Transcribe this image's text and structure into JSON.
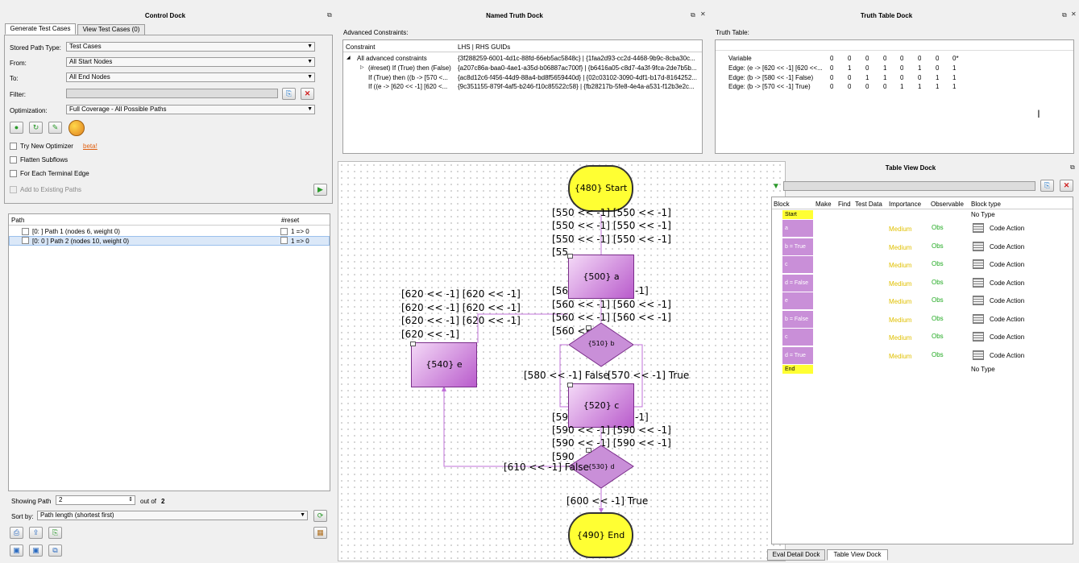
{
  "control_dock": {
    "title": "Control Dock",
    "tabs": [
      "Generate Test Cases",
      "View Test Cases (0)"
    ],
    "stored_path_type_label": "Stored Path Type:",
    "stored_path_type_value": "Test Cases",
    "from_label": "From:",
    "from_value": "All Start Nodes",
    "to_label": "To:",
    "to_value": "All End Nodes",
    "filter_label": "Filter:",
    "optimization_label": "Optimization:",
    "optimization_value": "Full Coverage - All Possible Paths",
    "try_new_optimizer": "Try New Optimizer",
    "beta": "beta!",
    "flatten_subflows": "Flatten Subflows",
    "for_each_terminal_edge": "For Each Terminal Edge",
    "add_to_existing_paths": "Add to Existing Paths",
    "path_col": "Path",
    "reset_col": "#reset",
    "paths": [
      {
        "label": "[0: ] Path 1 (nodes 6, weight 0)",
        "reset": "1 => 0"
      },
      {
        "label": "[0: 0 ] Path 2 (nodes 10, weight 0)",
        "reset": "1 => 0"
      }
    ],
    "showing_path_label": "Showing Path",
    "showing_path_value": "2",
    "out_of_label": "out of",
    "out_of_value": "2",
    "sort_by_label": "Sort by:",
    "sort_by_value": "Path length (shortest first)"
  },
  "named_truth_dock": {
    "title": "Named Truth Dock",
    "advanced_constraints_label": "Advanced Constraints:",
    "col_constraint": "Constraint",
    "col_guids": "LHS | RHS GUIDs",
    "rows": [
      {
        "constraint": "All advanced constraints",
        "guids": "{3f288259-6001-4d1c-88fd-66eb5ac5848c} | {1faa2d93-cc2d-4468-9b9c-8cba30c..."
      },
      {
        "constraint": "(#reset)  If (True) then (False)",
        "guids": "{a207c86a-baa0-4ae1-a35d-b06887ac700f} | {b6416a05-c8d7-4a3f-9fca-2de7b5b..."
      },
      {
        "constraint": "If (True) then ((b -> [570 <...",
        "guids": "{ac8d12c6-f456-44d9-88a4-bd8f5659440d} | {02c03102-3090-4df1-b17d-8164252..."
      },
      {
        "constraint": "If ((e -> [620 << -1] [620 <...",
        "guids": "{9c351155-879f-4af5-b246-f10c85522c58} | {fb28217b-5fe8-4e4a-a531-f12b3e2c..."
      }
    ]
  },
  "truth_table_dock": {
    "title": "Truth Table Dock",
    "label": "Truth Table:",
    "rows": [
      {
        "name": "Variable",
        "vals": [
          "0",
          "0",
          "0",
          "0",
          "0",
          "0",
          "0",
          "0*"
        ]
      },
      {
        "name": "Edge: (e -> [620 << -1] [620 <<...",
        "vals": [
          "0",
          "1",
          "0",
          "1",
          "0",
          "1",
          "0",
          "1"
        ]
      },
      {
        "name": "Edge: (b -> [580 << -1] False)",
        "vals": [
          "0",
          "0",
          "1",
          "1",
          "0",
          "0",
          "1",
          "1"
        ]
      },
      {
        "name": "Edge: (b -> [570 << -1] True)",
        "vals": [
          "0",
          "0",
          "0",
          "0",
          "1",
          "1",
          "1",
          "1"
        ]
      }
    ]
  },
  "graph": {
    "start": "{480} Start",
    "end": "{490} End",
    "node_a": "{500} a",
    "node_b": "{510} b",
    "node_c": "{520} c",
    "node_d": "{530} d",
    "node_e": "{540} e",
    "labels_start": [
      "[550 << -1] [550 << -1]",
      "[550 << -1] [550 << -1]",
      "[550 << -1] [550 << -1]",
      "[55"
    ],
    "labels_a": [
      "[56",
      "-1]",
      "[560 << -1] [560 << -1]",
      "[560 << -1] [560 << -1]",
      "[560 <<"
    ],
    "labels_e": [
      "[620 << -1] [620 << -1]",
      "[620 << -1] [620 << -1]",
      "[620 << -1] [620 << -1]",
      "[620 << -1]"
    ],
    "label_b_false": "[580 << -1] False",
    "label_b_true": "[570 << -1] True",
    "labels_c": [
      "[59",
      "-1]",
      "[590 << -1] [590 << -1]",
      "[590 << -1] [590 << -1]",
      "[590"
    ],
    "label_d_false": "[610 << -1] False",
    "label_d_true": "[600 << -1] True"
  },
  "table_view_dock": {
    "title": "Table View Dock",
    "cols": [
      "Block",
      "Make",
      "Find",
      "Test Data",
      "Importance",
      "Observable",
      "Block type"
    ],
    "rows": [
      {
        "block": "Start",
        "importance": "",
        "observable": "",
        "type": "No Type"
      },
      {
        "block": "a",
        "importance": "Medium",
        "observable": "Obs",
        "type": "Code Action"
      },
      {
        "block": "b = True",
        "importance": "Medium",
        "observable": "Obs",
        "type": "Code Action"
      },
      {
        "block": "c",
        "importance": "Medium",
        "observable": "Obs",
        "type": "Code Action"
      },
      {
        "block": "d = False",
        "importance": "Medium",
        "observable": "Obs",
        "type": "Code Action"
      },
      {
        "block": "e",
        "importance": "Medium",
        "observable": "Obs",
        "type": "Code Action"
      },
      {
        "block": "b = False",
        "importance": "Medium",
        "observable": "Obs",
        "type": "Code Action"
      },
      {
        "block": "c",
        "importance": "Medium",
        "observable": "Obs",
        "type": "Code Action"
      },
      {
        "block": "d = True",
        "importance": "Medium",
        "observable": "Obs",
        "type": "Code Action"
      },
      {
        "block": "End",
        "importance": "",
        "observable": "",
        "type": "No Type"
      }
    ],
    "bottom_tabs": [
      "Eval Detail Dock",
      "Table View Dock"
    ]
  },
  "colors": {
    "node_fill": "#c98fd8",
    "terminal_fill": "#ffff33",
    "edge": "#c070d8"
  }
}
